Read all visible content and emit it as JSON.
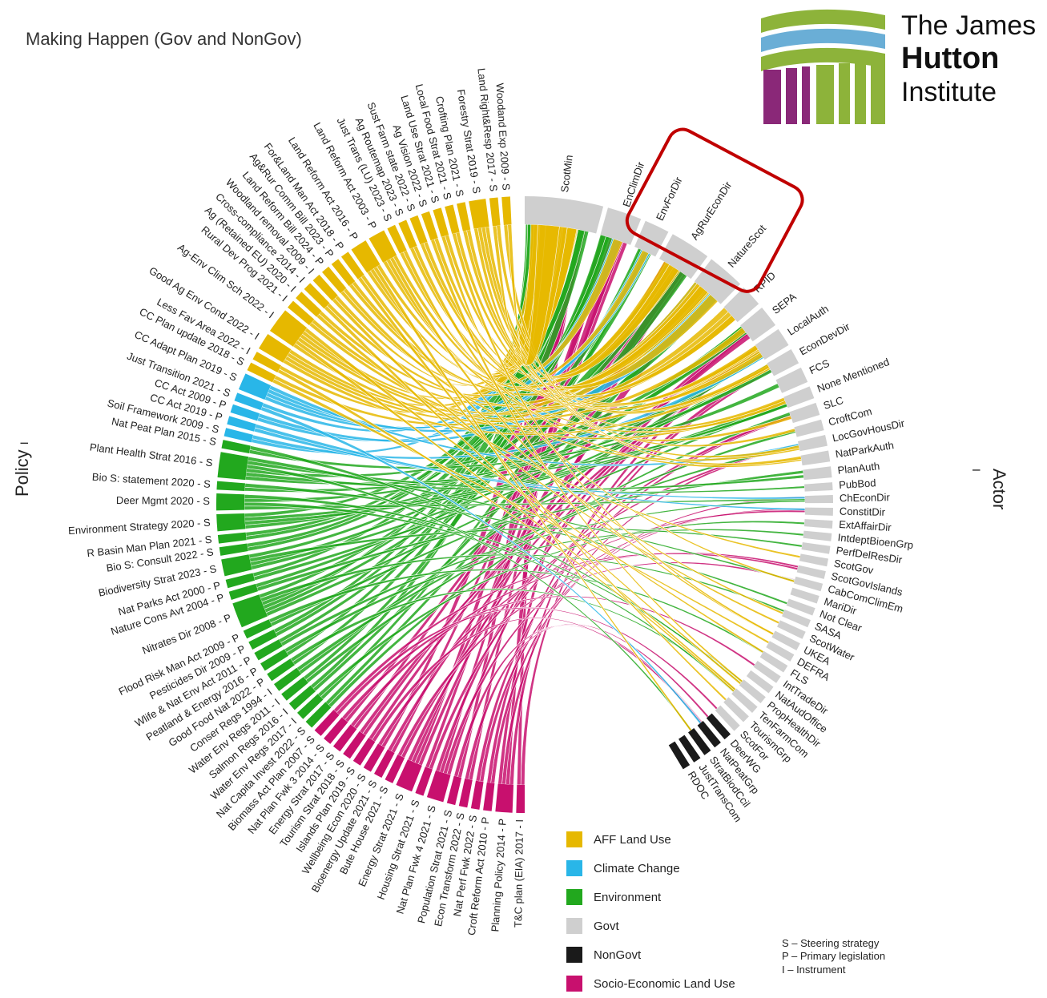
{
  "title": "Making Happen (Gov and NonGov)",
  "logo": {
    "line1": "The James",
    "line2": "Hutton",
    "line3": "Institute"
  },
  "axis": {
    "left": "Policy",
    "right": "Actor",
    "left_tick": "I",
    "right_tick": "I"
  },
  "colors": {
    "AFF Land Use": "#e6b800",
    "Climate Change": "#29b6e8",
    "Environment": "#22a81e",
    "Govt": "#cfcfcf",
    "NonGovt": "#1a1a1a",
    "Socio-Economic Land Use": "#c8106e",
    "highlight": "#c00000"
  },
  "legend": [
    {
      "label": "AFF Land Use",
      "color": "#e6b800"
    },
    {
      "label": "Climate Change",
      "color": "#29b6e8"
    },
    {
      "label": "Environment",
      "color": "#22a81e"
    },
    {
      "label": "Govt",
      "color": "#cfcfcf"
    },
    {
      "label": "NonGovt",
      "color": "#1a1a1a"
    },
    {
      "label": "Socio-Economic Land Use",
      "color": "#c8106e"
    }
  ],
  "key": [
    "S – Steering strategy",
    "P – Primary legislation",
    "I – Instrument"
  ],
  "policies": [
    {
      "label": "T&C plan (EIA) 2017 - I",
      "group": "Socio-Economic Land Use",
      "weight": 1
    },
    {
      "label": "Planning Policy 2014 - P",
      "group": "Socio-Economic Land Use",
      "weight": 2
    },
    {
      "label": "Croft Reform Act 2010 - P",
      "group": "Socio-Economic Land Use",
      "weight": 1
    },
    {
      "label": "Nat Perf Fwk 2022 - S",
      "group": "Socio-Economic Land Use",
      "weight": 1
    },
    {
      "label": "Econ Transform 2022 - S",
      "group": "Socio-Economic Land Use",
      "weight": 1
    },
    {
      "label": "Population Strat 2021 - S",
      "group": "Socio-Economic Land Use",
      "weight": 1
    },
    {
      "label": "Nat Plan Fwk 4 2021 - S",
      "group": "Socio-Economic Land Use",
      "weight": 2
    },
    {
      "label": "Housing Strat 2021 - S",
      "group": "Socio-Economic Land Use",
      "weight": 1
    },
    {
      "label": "Energy Strat 2021 - S",
      "group": "Socio-Economic Land Use",
      "weight": 2
    },
    {
      "label": "Bute House 2021 - S",
      "group": "Socio-Economic Land Use",
      "weight": 1
    },
    {
      "label": "Bioenergy Update 2021 - S",
      "group": "Socio-Economic Land Use",
      "weight": 1
    },
    {
      "label": "Wellbeing Econ 2020 - S",
      "group": "Socio-Economic Land Use",
      "weight": 1
    },
    {
      "label": "Islands Plan 2019 - S",
      "group": "Socio-Economic Land Use",
      "weight": 1
    },
    {
      "label": "Tourism Strat 2018 - S",
      "group": "Socio-Economic Land Use",
      "weight": 1
    },
    {
      "label": "Energy Strat 2017 - S",
      "group": "Socio-Economic Land Use",
      "weight": 1
    },
    {
      "label": "Nat Plan Fwk 3 2014 - S",
      "group": "Socio-Economic Land Use",
      "weight": 1
    },
    {
      "label": "Biomass Act Plan 2007 - S",
      "group": "Socio-Economic Land Use",
      "weight": 1
    },
    {
      "label": "Nat Capita Invest 2022 - S",
      "group": "Environment",
      "weight": 1
    },
    {
      "label": "Water Env Regs 2017 - I",
      "group": "Environment",
      "weight": 1
    },
    {
      "label": "Salmon Regs 2016 - I",
      "group": "Environment",
      "weight": 1
    },
    {
      "label": "Water Env Regs 2011 - I",
      "group": "Environment",
      "weight": 1
    },
    {
      "label": "Conser Regs 1994 - I",
      "group": "Environment",
      "weight": 1
    },
    {
      "label": "Good Food Nat 2022 - P",
      "group": "Environment",
      "weight": 1
    },
    {
      "label": "Peatland & Energy 2016 - P",
      "group": "Environment",
      "weight": 1
    },
    {
      "label": "Wlife & Nat Env Act 2011 - P",
      "group": "Environment",
      "weight": 1
    },
    {
      "label": "Pesticides Dir 2009 - P",
      "group": "Environment",
      "weight": 1
    },
    {
      "label": "Flood Risk Man Act 2009 - P",
      "group": "Environment",
      "weight": 1
    },
    {
      "label": "Nitrates Dir 2008 - P",
      "group": "Environment",
      "weight": 3
    },
    {
      "label": "Nature Cons Avt 2004 - P",
      "group": "Environment",
      "weight": 1
    },
    {
      "label": "Nat Parks Act 2000 - P",
      "group": "Environment",
      "weight": 1
    },
    {
      "label": "Biodiversity Strat 2023 - S",
      "group": "Environment",
      "weight": 2
    },
    {
      "label": "Bio S: Consult 2022 - S",
      "group": "Environment",
      "weight": 1
    },
    {
      "label": "R Basin Man Plan 2021 - S",
      "group": "Environment",
      "weight": 1
    },
    {
      "label": "Environment Strategy 2020 - S",
      "group": "Environment",
      "weight": 2
    },
    {
      "label": "Deer Mgmt 2020 - S",
      "group": "Environment",
      "weight": 2
    },
    {
      "label": "Bio S: statement 2020 - S",
      "group": "Environment",
      "weight": 1
    },
    {
      "label": "Plant Health Strat 2016 - S",
      "group": "Environment",
      "weight": 3
    },
    {
      "label": "Nat Peat Plan 2015 - S",
      "group": "Environment",
      "weight": 1
    },
    {
      "label": "Soil Framework 2009 - S",
      "group": "Climate Change",
      "weight": 1
    },
    {
      "label": "CC Act 2019 - P",
      "group": "Climate Change",
      "weight": 1
    },
    {
      "label": "CC Act 2009 - P",
      "group": "Climate Change",
      "weight": 1
    },
    {
      "label": "Just Transition 2021 - S",
      "group": "Climate Change",
      "weight": 1
    },
    {
      "label": "CC Adapt Plan 2019 - S",
      "group": "Climate Change",
      "weight": 2
    },
    {
      "label": "CC Plan update 2018 - S",
      "group": "AFF Land Use",
      "weight": 1
    },
    {
      "label": "Less Fav Area 2022 - I",
      "group": "AFF Land Use",
      "weight": 1
    },
    {
      "label": "Good Ag Env Cond 2022 - I",
      "group": "AFF Land Use",
      "weight": 2
    },
    {
      "label": "Ag-Env Clim Sch 2022 - I",
      "group": "AFF Land Use",
      "weight": 3
    },
    {
      "label": "Rural Dev Prog 2021 - I",
      "group": "AFF Land Use",
      "weight": 1
    },
    {
      "label": "Ag (Retained EU) 2020 - I",
      "group": "AFF Land Use",
      "weight": 1
    },
    {
      "label": "Cross-compliance 2014 - I",
      "group": "AFF Land Use",
      "weight": 1
    },
    {
      "label": "Woodland removal 2009 - I",
      "group": "AFF Land Use",
      "weight": 1
    },
    {
      "label": "Land Reform Bill 2024 - P",
      "group": "AFF Land Use",
      "weight": 1
    },
    {
      "label": "Ag&Rur Comm Bill 2023 - P",
      "group": "AFF Land Use",
      "weight": 1
    },
    {
      "label": "For&Land Man Act 2018 - P",
      "group": "AFF Land Use",
      "weight": 1
    },
    {
      "label": "Land Reform Act 2016 - P",
      "group": "AFF Land Use",
      "weight": 2
    },
    {
      "label": "Land Reform Act 2003 - P",
      "group": "AFF Land Use",
      "weight": 2
    },
    {
      "label": "Just Trans (LU) 2023 - S",
      "group": "AFF Land Use",
      "weight": 1
    },
    {
      "label": "Ag Routemap 2023 - S",
      "group": "AFF Land Use",
      "weight": 1
    },
    {
      "label": "Sust Farm state 2022 - S",
      "group": "AFF Land Use",
      "weight": 1
    },
    {
      "label": "Ag Vision 2022 - S",
      "group": "AFF Land Use",
      "weight": 1
    },
    {
      "label": "Land Use Strat 2021 - S",
      "group": "AFF Land Use",
      "weight": 1
    },
    {
      "label": "Local Food Strat 2021 - S",
      "group": "AFF Land Use",
      "weight": 1
    },
    {
      "label": "Crofting Plan 2021 - S",
      "group": "AFF Land Use",
      "weight": 1
    },
    {
      "label": "Forestry Strat 2019 - S",
      "group": "AFF Land Use",
      "weight": 2
    },
    {
      "label": "Land Right&Resp 2017 - S",
      "group": "AFF Land Use",
      "weight": 1
    },
    {
      "label": "Woodand Exp 2009 - S",
      "group": "AFF Land Use",
      "weight": 1
    }
  ],
  "actors": [
    {
      "label": "ScotMin",
      "group": "Govt",
      "weight": 5
    },
    {
      "label": "EnClimDir",
      "group": "Govt",
      "weight": 2.2
    },
    {
      "label": "EnvForDir",
      "group": "Govt",
      "weight": 1.6
    },
    {
      "label": "AgRurEconDir",
      "group": "Govt",
      "weight": 2.6
    },
    {
      "label": "NatureScot",
      "group": "Govt",
      "weight": 2.4
    },
    {
      "label": "RPID",
      "group": "Govt",
      "weight": 1.4
    },
    {
      "label": "SEPA",
      "group": "Govt",
      "weight": 1.4
    },
    {
      "label": "LocalAuth",
      "group": "Govt",
      "weight": 1.2
    },
    {
      "label": "EconDevDir",
      "group": "Govt",
      "weight": 1
    },
    {
      "label": "FCS",
      "group": "Govt",
      "weight": 1
    },
    {
      "label": "None Mentioned",
      "group": "Govt",
      "weight": 0.8
    },
    {
      "label": "SLC",
      "group": "Govt",
      "weight": 0.8
    },
    {
      "label": "CroftCom",
      "group": "Govt",
      "weight": 0.7
    },
    {
      "label": "LocGovHousDir",
      "group": "Govt",
      "weight": 0.7
    },
    {
      "label": "NatParkAuth",
      "group": "Govt",
      "weight": 0.7
    },
    {
      "label": "PlanAuth",
      "group": "Govt",
      "weight": 0.7
    },
    {
      "label": "PubBod",
      "group": "Govt",
      "weight": 0.5
    },
    {
      "label": "ChEconDir",
      "group": "Govt",
      "weight": 0.5
    },
    {
      "label": "ConstitDir",
      "group": "Govt",
      "weight": 0.5
    },
    {
      "label": "ExtAffairDir",
      "group": "Govt",
      "weight": 0.5
    },
    {
      "label": "IntdeptBioenGrp",
      "group": "Govt",
      "weight": 0.5
    },
    {
      "label": "PerfDelResDir",
      "group": "Govt",
      "weight": 0.5
    },
    {
      "label": "ScotGov",
      "group": "Govt",
      "weight": 0.5
    },
    {
      "label": "ScotGovIslands",
      "group": "Govt",
      "weight": 0.5
    },
    {
      "label": "CabComClimEm",
      "group": "Govt",
      "weight": 0.5
    },
    {
      "label": "MariDir",
      "group": "Govt",
      "weight": 0.5
    },
    {
      "label": "Not Clear",
      "group": "Govt",
      "weight": 0.5
    },
    {
      "label": "SASA",
      "group": "Govt",
      "weight": 0.5
    },
    {
      "label": "ScotWater",
      "group": "Govt",
      "weight": 0.5
    },
    {
      "label": "UKEA",
      "group": "Govt",
      "weight": 0.5
    },
    {
      "label": "DEFRA",
      "group": "Govt",
      "weight": 0.5
    },
    {
      "label": "FLS",
      "group": "Govt",
      "weight": 0.5
    },
    {
      "label": "IntTradeDir",
      "group": "Govt",
      "weight": 0.5
    },
    {
      "label": "NatAudOffice",
      "group": "Govt",
      "weight": 0.5
    },
    {
      "label": "PropHealthDir",
      "group": "Govt",
      "weight": 0.5
    },
    {
      "label": "TenFarmCom",
      "group": "Govt",
      "weight": 0.5
    },
    {
      "label": "TourismGrp",
      "group": "Govt",
      "weight": 0.5
    },
    {
      "label": "ScotFor",
      "group": "Govt",
      "weight": 0.5
    },
    {
      "label": "DeerWG",
      "group": "NonGovt",
      "weight": 0.5
    },
    {
      "label": "NatPeatGrp",
      "group": "NonGovt",
      "weight": 0.5
    },
    {
      "label": "StratBiodCcil",
      "group": "NonGovt",
      "weight": 0.5
    },
    {
      "label": "JustTransCom",
      "group": "NonGovt",
      "weight": 0.5
    },
    {
      "label": "RDOC",
      "group": "NonGovt",
      "weight": 0.5
    }
  ]
}
